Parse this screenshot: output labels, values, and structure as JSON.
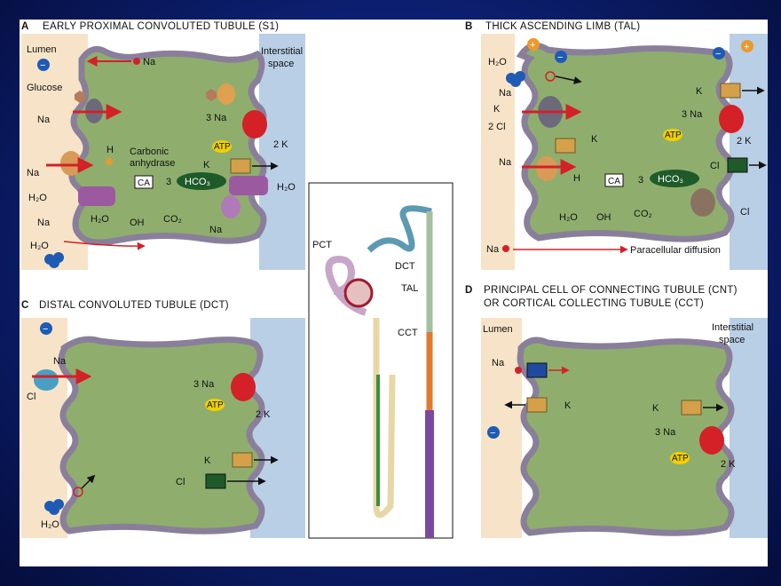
{
  "colors": {
    "slide_bg": "#0c1f70",
    "cell": "#8fae6e",
    "lumen": "#f7e4c8",
    "interstitium": "#b9cfe6",
    "membrane": "#8a7f9a",
    "sodium": "#d42027",
    "potassium": "#a31d2a",
    "chloride": "#3fae49",
    "proton": "#e89a2c",
    "bicarbonate": "#1f5a2a",
    "water": "#1f5bb5"
  },
  "panel_a": {
    "letter": "A",
    "title": "EARLY PROXIMAL CONVOLUTED TUBULE (S1)",
    "lumen": "Lumen",
    "interstitial": "Interstitial",
    "space": "space",
    "glucose": "Glucose",
    "na": "Na",
    "na_sup": "+",
    "three_na": "3 Na",
    "two_k": "2 K",
    "k": "K",
    "h": "H",
    "carbonic": "Carbonic",
    "anhydrase": "anhydrase",
    "ca": "CA",
    "three": "3",
    "hco3": "HCO₃",
    "hco3_sup": "−",
    "h2o": "H₂O",
    "oh": "OH",
    "co2": "CO₂",
    "atp": "ATP",
    "minus": "−"
  },
  "panel_b": {
    "letter": "B",
    "title": "THICK ASCENDING LIMB (TAL)",
    "h2o": "H₂O",
    "na": "Na",
    "k": "K",
    "two_cl": "2 Cl",
    "three_na": "3 Na",
    "two_k": "2 K",
    "cl": "Cl",
    "h": "H",
    "ca": "CA",
    "three": "3",
    "hco3": "HCO₃",
    "oh": "OH",
    "co2": "CO₂",
    "para": "Paracellular diffusion",
    "atp": "ATP",
    "plus": "+",
    "minus": "−"
  },
  "panel_c": {
    "letter": "C",
    "title": "DISTAL CONVOLUTED TUBULE (DCT)",
    "na": "Na",
    "cl": "Cl",
    "three_na": "3 Na",
    "two_k": "2 K",
    "k": "K",
    "h2o": "H₂O",
    "atp": "ATP",
    "minus": "−"
  },
  "panel_d": {
    "letter": "D",
    "title_line1": "PRINCIPAL CELL OF CONNECTING TUBULE (CNT)",
    "title_line2": "OR CORTICAL COLLECTING TUBULE (CCT)",
    "lumen": "Lumen",
    "interstitial": "Interstitial",
    "space": "space",
    "na": "Na",
    "k": "K",
    "three_na": "3 Na",
    "two_k": "2 K",
    "atp": "ATP",
    "minus": "−"
  },
  "center": {
    "pct": "PCT",
    "dct": "DCT",
    "tal": "TAL",
    "cct": "CCT"
  }
}
